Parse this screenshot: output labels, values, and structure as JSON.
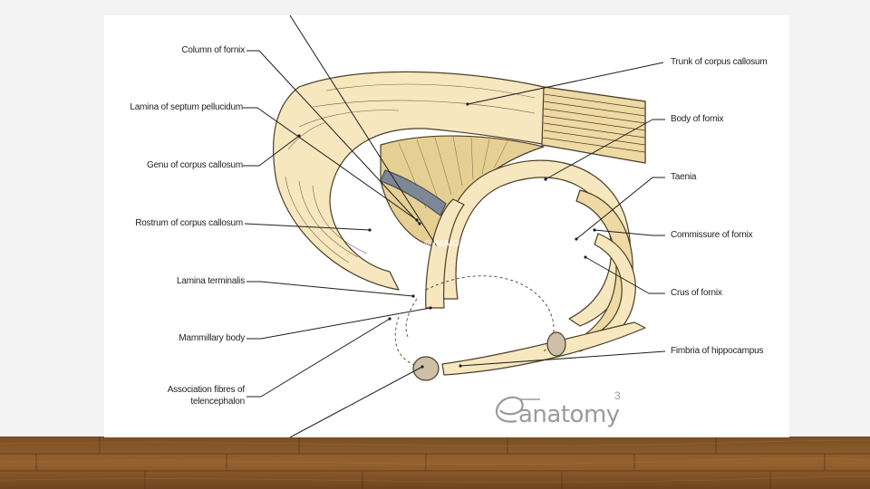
{
  "labels_left": {
    "column_of_fornix": "Column of fornix",
    "lamina_septum": "Lamina of septum pellucidum",
    "genu": "Genu of corpus callosum",
    "rostrum": "Rostrum of corpus callosum",
    "lamina_terminalis": "Lamina terminalis",
    "mammillary_body": "Mammillary body",
    "association_line1": "Association fibres of",
    "association_line2": "telencephalon"
  },
  "labels_right": {
    "trunk": "Trunk of corpus callosum",
    "body_fornix": "Body of fornix",
    "taenia": "Taenia",
    "commissure": "Commissure of fornix",
    "crus": "Crus of fornix",
    "fimbria": "Fimbria of hippocampus"
  },
  "logo": {
    "word": "anatomy",
    "sup": "3"
  },
  "watermark": "© IMAIOS",
  "colors": {
    "background": "#f3f3f3",
    "panel": "#ffffff",
    "structure_fill": "#f7e7bf",
    "structure_dark": "#e6cf93",
    "outline": "#4a3f2a",
    "gray_band": "#7d8896",
    "mammillary": "#cdbfa8",
    "wood": "#8a5a2c"
  }
}
